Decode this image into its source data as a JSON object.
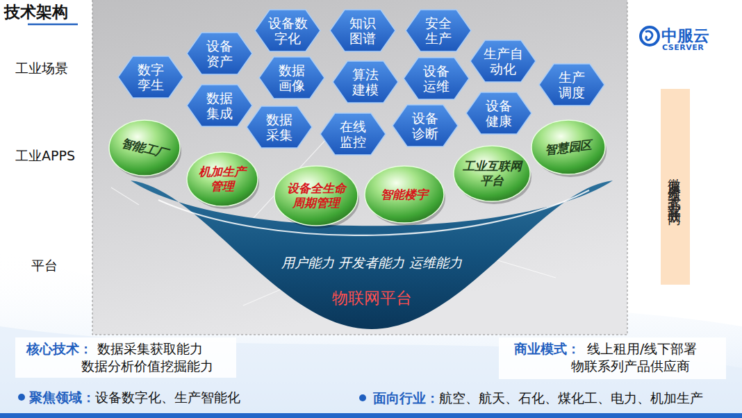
{
  "diagram": {
    "title": "技术架构",
    "nodes": [
      {
        "text": [
          "设备数 字化"
        ]
      },
      {
        "text": [
          "知识 图谱"
        ]
      },
      {
        "text": [
          "安全 生产"
        ]
      },
      {
        "text": [
          "设备 资产"
        ]
      },
      {
        "text": [
          "生产自 动化"
        ]
      },
      {
        "text": [
          "数字 孪生"
        ]
      },
      {
        "text": [
          "数据 画像"
        ]
      },
      {
        "text": [
          "设备 运维"
        ]
      },
      {
        "text": [
          "算法 建模"
        ]
      },
      {
        "text": [
          "生产 调度"
        ]
      },
      {
        "text": [
          "数据 集成"
        ]
      },
      {
        "text": [
          "设备 健康"
        ]
      },
      {
        "text": [
          "设备 诊断"
        ]
      },
      {
        "text": [
          "数据 采集"
        ]
      },
      {
        "text": [
          "在线 监控"
        ]
      },
      {
        "text": [
          "智能工厂"
        ]
      },
      {
        "text": [
          "智慧园区"
        ]
      },
      {
        "text": [
          "工业互联网 平台"
        ]
      },
      {
        "text": [
          "机加生产 管理"
        ]
      },
      {
        "text": [
          "智能楼宇"
        ]
      },
      {
        "text": [
          "设备全生命 周期管理"
        ]
      },
      {
        "text": [
          "用户能力 开发者能力 运维能力",
          "物联网平台"
        ]
      },
      {
        "text": [
          "微服务组装式工业互联网"
        ]
      },
      {
        "text": [
          "核心技术：",
          "数据采集获取能力 数据分析价值挖掘能力"
        ]
      },
      {
        "text": [
          "商业模式：",
          "线上租用/线下部署 物联系列产品供应商"
        ]
      }
    ],
    "labels": [
      "中服云",
      "CSERVER",
      "工业场景",
      "工业APPS",
      "平台",
      "聚焦领域：",
      "设备数字化、生产智能化",
      "面向行业：",
      "航空、航天、石化、煤化工、电力、机加生产"
    ]
  }
}
